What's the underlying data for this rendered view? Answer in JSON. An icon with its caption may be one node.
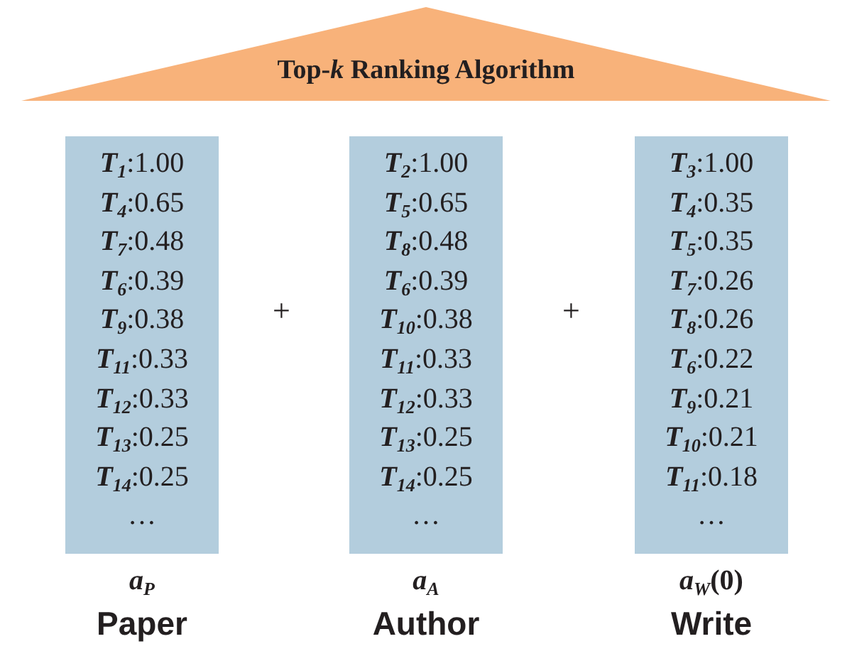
{
  "diagram": {
    "nodes": [
      {
        "text": [
          "Top-*k* Ranking Algorithm"
        ]
      },
      {
        "text": [
          "**T**$_{1}$:1.00",
          "**T**$_{4}$:0.65",
          "**T**$_{7}$:0.48",
          "**T**$_{6}$:0.39",
          "**T**$_{9}$:0.38",
          "**T**$_{11}$:0.33",
          "**T**$_{12}$:0.33",
          "**T**$_{13}$:0.25",
          "**T**$_{14}$:0.25",
          "…"
        ],
        "beside": [
          "*a*$_{P}$",
          "Paper"
        ]
      },
      {
        "text": [
          "**T**$_{2}$:1.00",
          "**T**$_{5}$:0.65",
          "**T**$_{8}$:0.48",
          "**T**$_{6}$:0.39",
          "**T**$_{10}$:0.38",
          "**T**$_{11}$:0.33",
          "**T**$_{12}$:0.33",
          "**T**$_{13}$:0.25",
          "**T**$_{14}$:0.25",
          "…"
        ],
        "beside": [
          "*a*$_{A}$",
          "Author"
        ]
      },
      {
        "text": [
          "**T**$_{3}$:1.00",
          "**T**$_{4}$:0.35",
          "**T**$_{5}$:0.35",
          "**T**$_{7}$:0.26",
          "**T**$_{8}$:0.26",
          "**T**$_{6}$:0.22",
          "**T**$_{9}$:0.21",
          "**T**$_{10}$:0.21",
          "**T**$_{11}$:0.18",
          "…"
        ],
        "beside": [
          "*a*$_{W}$(0)",
          "Write"
        ]
      }
    ],
    "labels": [
      "+",
      "+"
    ]
  }
}
